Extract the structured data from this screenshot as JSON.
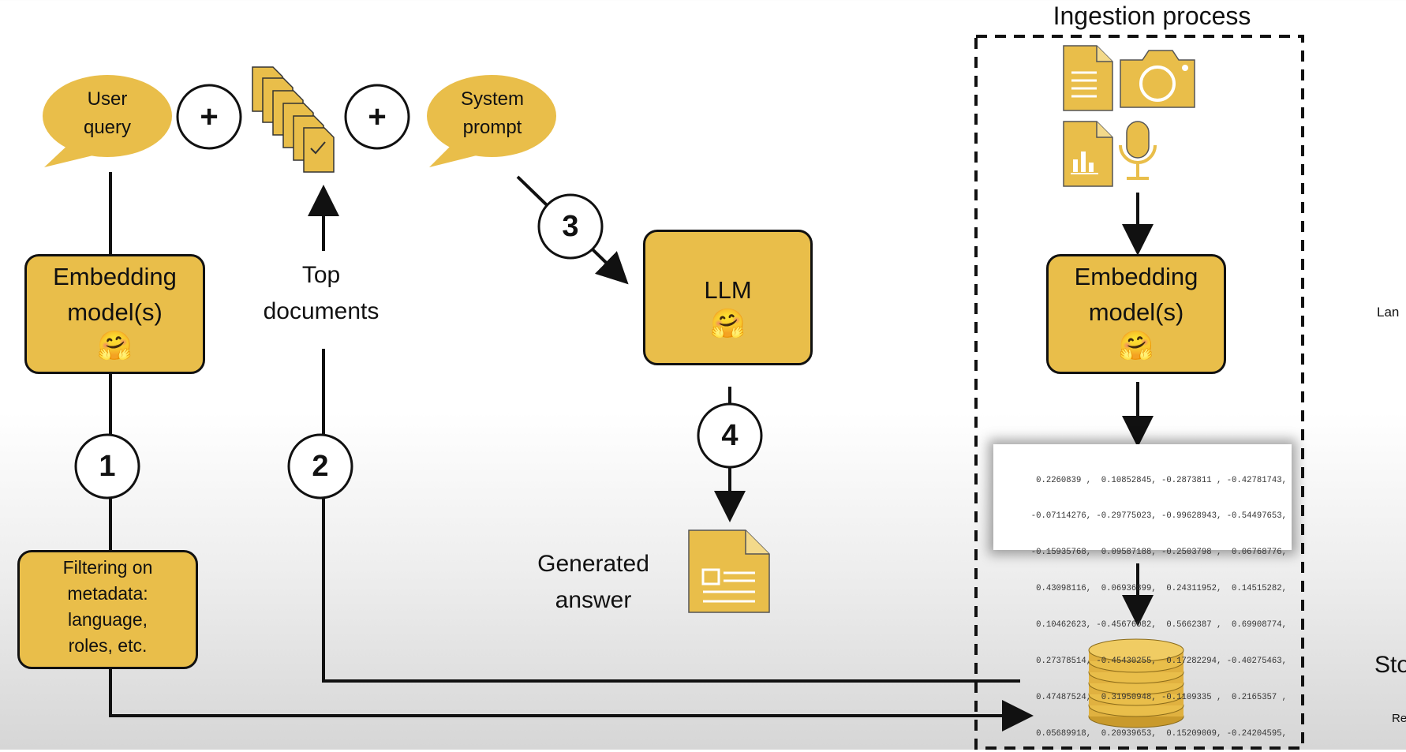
{
  "ingestion": {
    "title": "Ingestion process"
  },
  "query": {
    "user_query_label": "User query",
    "system_prompt_label": "System prompt",
    "plus_symbol": "+"
  },
  "embedding_model_left": {
    "label": "Embedding model(s)"
  },
  "embedding_model_right": {
    "label": "Embedding model(s)"
  },
  "filter_box": {
    "label": "Filtering on metadata: language, roles, etc."
  },
  "top_documents": {
    "label": "Top documents"
  },
  "llm": {
    "label": "LLM"
  },
  "generated_answer": {
    "label": "Generated answer"
  },
  "steps": [
    "1",
    "2",
    "3",
    "4"
  ],
  "embedding_vector_rows": [
    "0.2260839 ,  0.10852845, -0.2873811 , -0.42781743,",
    "-0.07114276, -0.29775023, -0.99628943, -0.54497653,",
    "-0.15935768,  0.09587188, -0.2503798 ,  0.06768776,",
    "0.43098116,  0.06936899,  0.24311952,  0.14515282,",
    "0.10462623, -0.45676082,  0.5662387 ,  0.69908774,",
    "0.27378514, -0.45430255,  0.17282294, -0.40275463,",
    "0.47487524,  0.31950948, -0.1109335 ,  0.2165357 ,",
    "0.05689918,  0.20939653,  0.15209009, -0.24204595,"
  ],
  "cropped_right_edge": {
    "text_1": "Lan",
    "text_2": "Sto",
    "text_3": "Re"
  },
  "colors": {
    "accent": "#e9be4a",
    "outline": "#111111",
    "background": "#ffffff"
  },
  "icons": [
    "speech-bubble-icon",
    "document-stack-icon",
    "text-document-icon",
    "camera-icon",
    "bar-chart-document-icon",
    "microphone-icon",
    "hugging-face-icon",
    "database-icon"
  ]
}
